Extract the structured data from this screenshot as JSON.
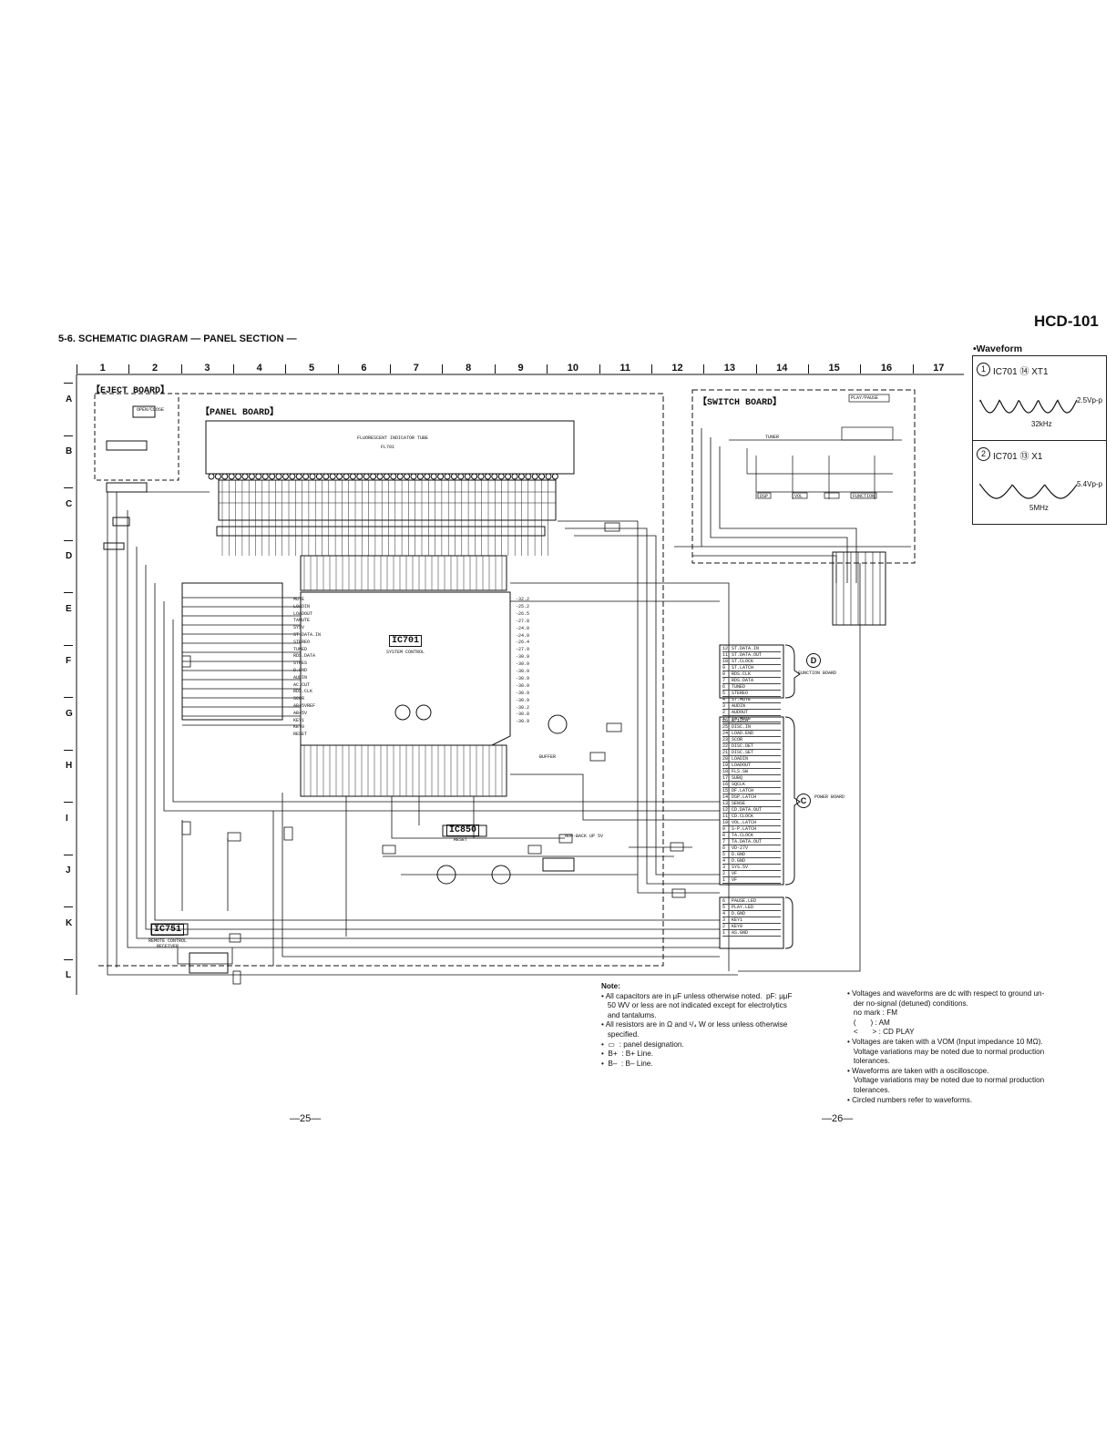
{
  "header": {
    "section_title": "5-6.  SCHEMATIC DIAGRAM — PANEL SECTION —",
    "model": "HCD-101"
  },
  "grid": {
    "columns": [
      "1",
      "2",
      "3",
      "4",
      "5",
      "6",
      "7",
      "8",
      "9",
      "10",
      "11",
      "12",
      "13",
      "14",
      "15",
      "16",
      "17"
    ],
    "rows": [
      "A",
      "B",
      "C",
      "D",
      "E",
      "F",
      "G",
      "H",
      "I",
      "J",
      "K",
      "L"
    ]
  },
  "waveform": {
    "title": "•Waveform",
    "items": [
      {
        "marker": "1",
        "label": "IC701 ⑭ XT1",
        "amplitude": "2.5Vp-p",
        "freq": "32kHz"
      },
      {
        "marker": "2",
        "label": "IC701 ⑬ X1",
        "amplitude": "5.4Vp-p",
        "freq": "5MHz"
      }
    ]
  },
  "boards": {
    "eject": "【EJECT BOARD】",
    "panel": "【PANEL BOARD】",
    "switch": "【SWITCH BOARD】"
  },
  "parts": {
    "fl_tube": "FLUORESCENT INDICATOR TUBE",
    "fl_ref": "FL701",
    "ic701": "IC701",
    "ic701_desc": "SYSTEM CONTROL",
    "ic850": "IC850",
    "ic850_desc": "RESET",
    "ic751": "IC751",
    "ic751_desc": "REMOTE CONTROL RECEIVER",
    "function_board": "FUNCTION BOARD",
    "power_board": "POWER BOARD",
    "marker_d": "D",
    "marker_c": "C",
    "backup": "NON-BACK UP 5V",
    "buffer": "BUFFER",
    "sw_open": "OPEN/CLOSE",
    "sw_play": "PLAY/PAUSE",
    "sw_tuner": "TUNER",
    "sw_dsp": "DSP",
    "sw_vol": "VOL",
    "sw_func": "FUNCTION"
  },
  "connectors": {
    "cn702": [
      "ST.DATA.IN",
      "ST.DATA.OUT",
      "ST.CLOCK",
      "ST.LATCH",
      "RDS.CLK",
      "RDS.DATA",
      "TUNED",
      "STEREO",
      "ST.MUTE",
      "AUDIN",
      "AUDOUT",
      "TA.MUTE"
    ],
    "cn701": [
      "B/12CH",
      "DISC.IN",
      "LOAD.END",
      "SCOR",
      "DISC.DET",
      "DISC.SET",
      "LOADIN",
      "LOADOUT",
      "FLS.SW",
      "SUBQ",
      "SQCLK",
      "DF.LATCH",
      "DSP.LATCH",
      "SENSE",
      "CD.DATA.OUT",
      "CD.CLOCK",
      "VOL.LATCH",
      "S-P.LATCH",
      "TA.CLOCK",
      "TA.DATA.OUT",
      "VD-27V",
      "D.GND",
      "D.GND",
      "SYS.5V",
      "VF",
      "VF"
    ],
    "cn703": [
      "PAUSE.LED",
      "PLAY.LED",
      "D.GND",
      "KEY1",
      "KEY0",
      "AS.GND"
    ],
    "ic701_right": [
      "-32.2",
      "-25.2",
      "-26.5",
      "-27.8",
      "-24.0",
      "-24.9",
      "-26.4",
      "-27.9",
      "-30.9",
      "-30.9",
      "-30.9",
      "-30.9",
      "-30.9",
      "-30.9",
      "-30.9",
      "-30.2",
      "-30.8",
      "-30.9"
    ],
    "ic701_left": [
      "MUTE",
      "LOADIN",
      "LOADOUT",
      "TAMUTE",
      "SYSV",
      "ST.DATA.IN",
      "STEREO",
      "TUNED",
      "RDS.DATA",
      "STRES",
      "D.GND",
      "AUDIN",
      "AC.CUT",
      "RDS.CLK",
      "SCOR",
      "AB+5VREF",
      "AB+5V",
      "KEY1",
      "KEY0",
      "RESET"
    ]
  },
  "notes": {
    "heading": "Note:",
    "left": [
      "• All capacitors are in μF unless otherwise noted.  pF: μμF",
      "   50 WV or less are not indicated except for electrolytics",
      "   and tantalums.",
      "• All resistors are in Ω and ¹/₄ W or less unless otherwise",
      "   specified.",
      "•  ▭  : panel designation.",
      "•  B+  : B+ Line.",
      "•  B–  : B– Line."
    ],
    "right": [
      "• Voltages and waveforms are dc with respect to ground un-",
      "   der no-signal (detuned) conditions.",
      "   no mark : FM",
      "   (       ) : AM",
      "   <       > : CD PLAY",
      "• Voltages are taken with a VOM (Input impedance 10 MΩ).",
      "   Voltage variations may be noted due to normal production",
      "   tolerances.",
      "• Waveforms are taken with a oscilloscope.",
      "   Voltage variations may be noted due to normal production",
      "   tolerances.",
      "• Circled numbers refer to waveforms."
    ]
  },
  "pages": {
    "left": "—25—",
    "right": "—26—"
  }
}
